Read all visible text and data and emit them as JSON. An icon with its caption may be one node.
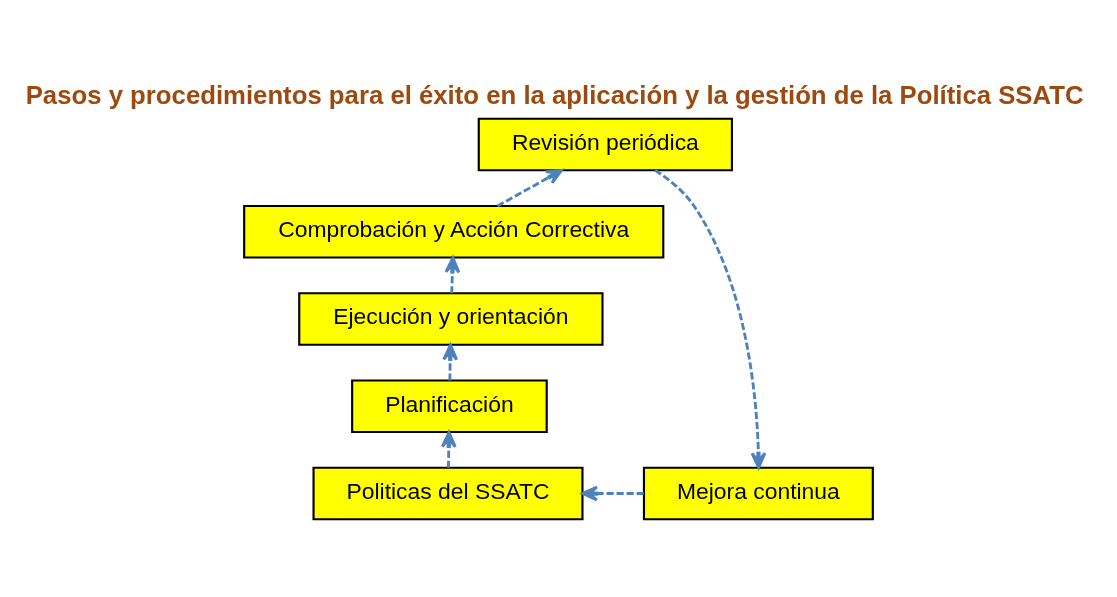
{
  "diagram": {
    "title": "Pasos y procedimientos para el éxito en la aplicación y la gestión de la Política SSATC",
    "nodes": [
      {
        "text": [
          "Politicas del SSATC"
        ]
      },
      {
        "text": [
          "Planificación"
        ]
      },
      {
        "text": [
          "Ejecución y orientación"
        ]
      },
      {
        "text": [
          "Comprobación y Acción Correctiva"
        ]
      },
      {
        "text": [
          "Revisión periódica"
        ]
      },
      {
        "text": [
          "Mejora continua"
        ]
      }
    ],
    "edges": [
      {
        "from": 0,
        "to": 1,
        "arrow": "to",
        "style": "dashed"
      },
      {
        "from": 1,
        "to": 2,
        "arrow": "to",
        "style": "dashed"
      },
      {
        "from": 2,
        "to": 3,
        "arrow": "to",
        "style": "dashed"
      },
      {
        "from": 3,
        "to": 4,
        "arrow": "to",
        "style": "dashed"
      },
      {
        "from": 4,
        "to": 5,
        "arrow": "to",
        "style": "dashed"
      },
      {
        "from": 5,
        "to": 0,
        "arrow": "to",
        "style": "dashed"
      }
    ]
  }
}
